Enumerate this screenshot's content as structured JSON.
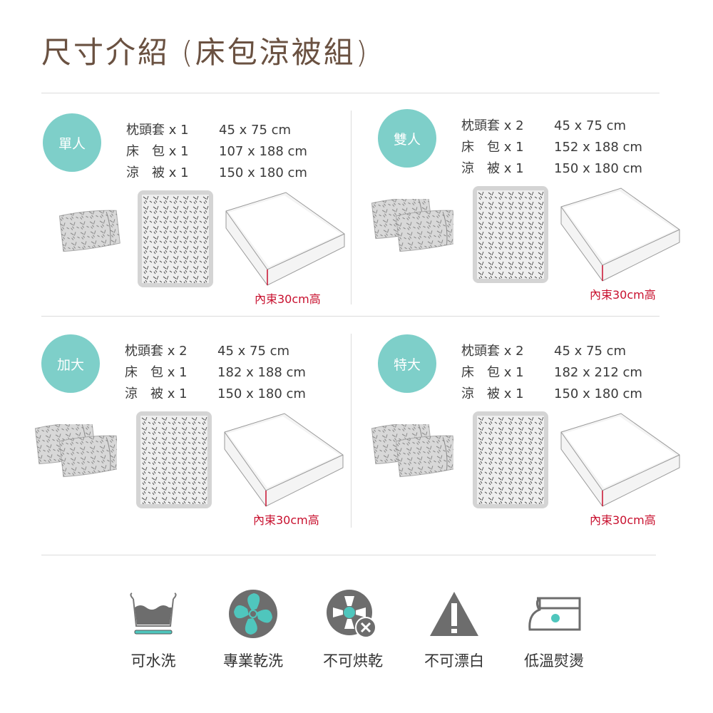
{
  "title": "尺寸介紹 (床包涼被組)",
  "note_label": "內束30cm高",
  "panels": [
    {
      "badge": "單人",
      "items": [
        {
          "name": "枕頭套 x 1",
          "size": "45 x 75 cm"
        },
        {
          "name": "床　包 x 1",
          "size": "107 x 188 cm"
        },
        {
          "name": "涼　被 x 1",
          "size": "150 x 180 cm"
        }
      ],
      "pillows": 1
    },
    {
      "badge": "雙人",
      "items": [
        {
          "name": "枕頭套 x 2",
          "size": "45 x 75 cm"
        },
        {
          "name": "床　包 x 1",
          "size": "152 x 188 cm"
        },
        {
          "name": "涼　被 x 1",
          "size": "150 x 180 cm"
        }
      ],
      "pillows": 2
    },
    {
      "badge": "加大",
      "items": [
        {
          "name": "枕頭套 x 2",
          "size": "45 x 75 cm"
        },
        {
          "name": "床　包 x 1",
          "size": "182 x 188 cm"
        },
        {
          "name": "涼　被 x 1",
          "size": "150 x 180 cm"
        }
      ],
      "pillows": 2
    },
    {
      "badge": "特大",
      "items": [
        {
          "name": "枕頭套 x 2",
          "size": "45 x 75 cm"
        },
        {
          "name": "床　包 x 1",
          "size": "182 x 212 cm"
        },
        {
          "name": "涼　被 x 1",
          "size": "150 x 180 cm"
        }
      ],
      "pillows": 2
    }
  ],
  "care": [
    {
      "label": "可水洗",
      "icon": "hand-wash-icon"
    },
    {
      "label": "專業乾洗",
      "icon": "dry-clean-icon"
    },
    {
      "label": "不可烘乾",
      "icon": "no-tumble-dry-icon"
    },
    {
      "label": "不可漂白",
      "icon": "no-bleach-icon"
    },
    {
      "label": "低溫熨燙",
      "icon": "low-iron-icon"
    }
  ],
  "colors": {
    "accent": "#7ecfc9",
    "icon_gray": "#6d6d6d",
    "note_red": "#c8102e",
    "title": "#6a5141"
  }
}
